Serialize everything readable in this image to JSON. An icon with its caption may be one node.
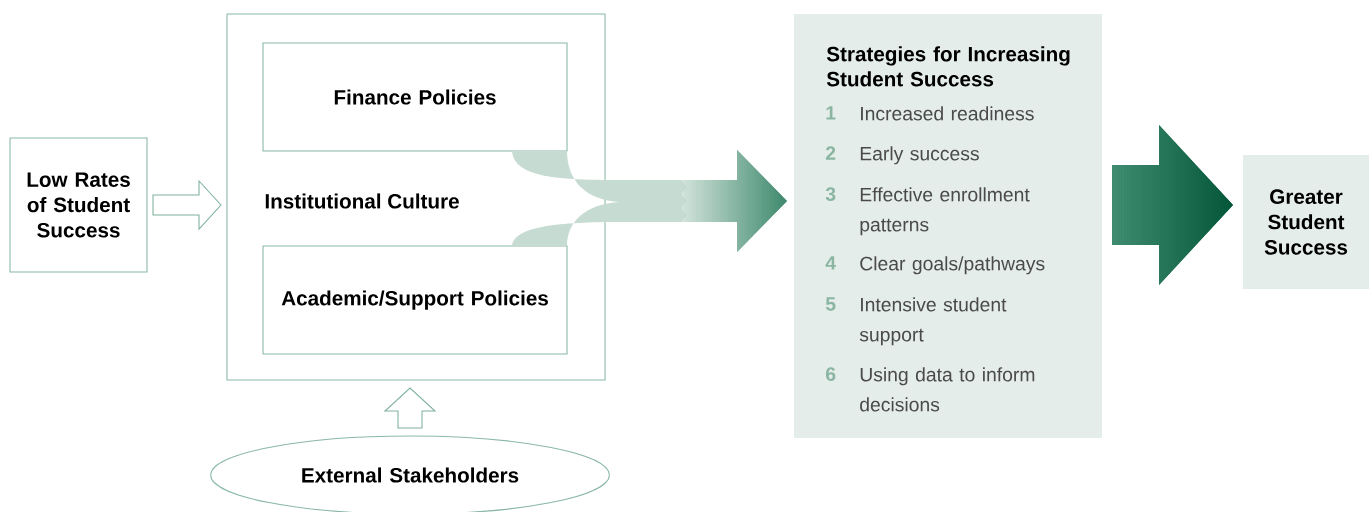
{
  "diagram": {
    "nodes": [
      {
        "text": [
          "Low Rates of Student Success"
        ]
      },
      {
        "text": [
          "Institutional Culture"
        ]
      },
      {
        "text": [
          "Finance Policies"
        ],
        "in": 1
      },
      {
        "text": [
          "Academic/Support Policies"
        ],
        "in": 1
      },
      {
        "text": [
          "External Stakeholders"
        ]
      },
      {
        "text": [
          "Strategies for Increasing Student Success",
          "1",
          "Increased readiness",
          "2",
          "Early success",
          "3",
          "Effective enrollment patterns",
          "4",
          "Clear goals/pathways",
          "5",
          "Intensive student support",
          "6",
          "Using data to inform decisions"
        ]
      },
      {
        "text": [
          "Greater Student Success"
        ]
      }
    ],
    "edges": [
      {
        "from": 0,
        "to": 1,
        "arrow": "to"
      },
      {
        "from": 4,
        "to": 1,
        "arrow": "to"
      },
      {
        "from": 2,
        "to": 5,
        "arrow": "to"
      },
      {
        "from": 3,
        "to": 5,
        "arrow": "to"
      },
      {
        "from": 5,
        "to": 6,
        "arrow": "to"
      }
    ]
  }
}
